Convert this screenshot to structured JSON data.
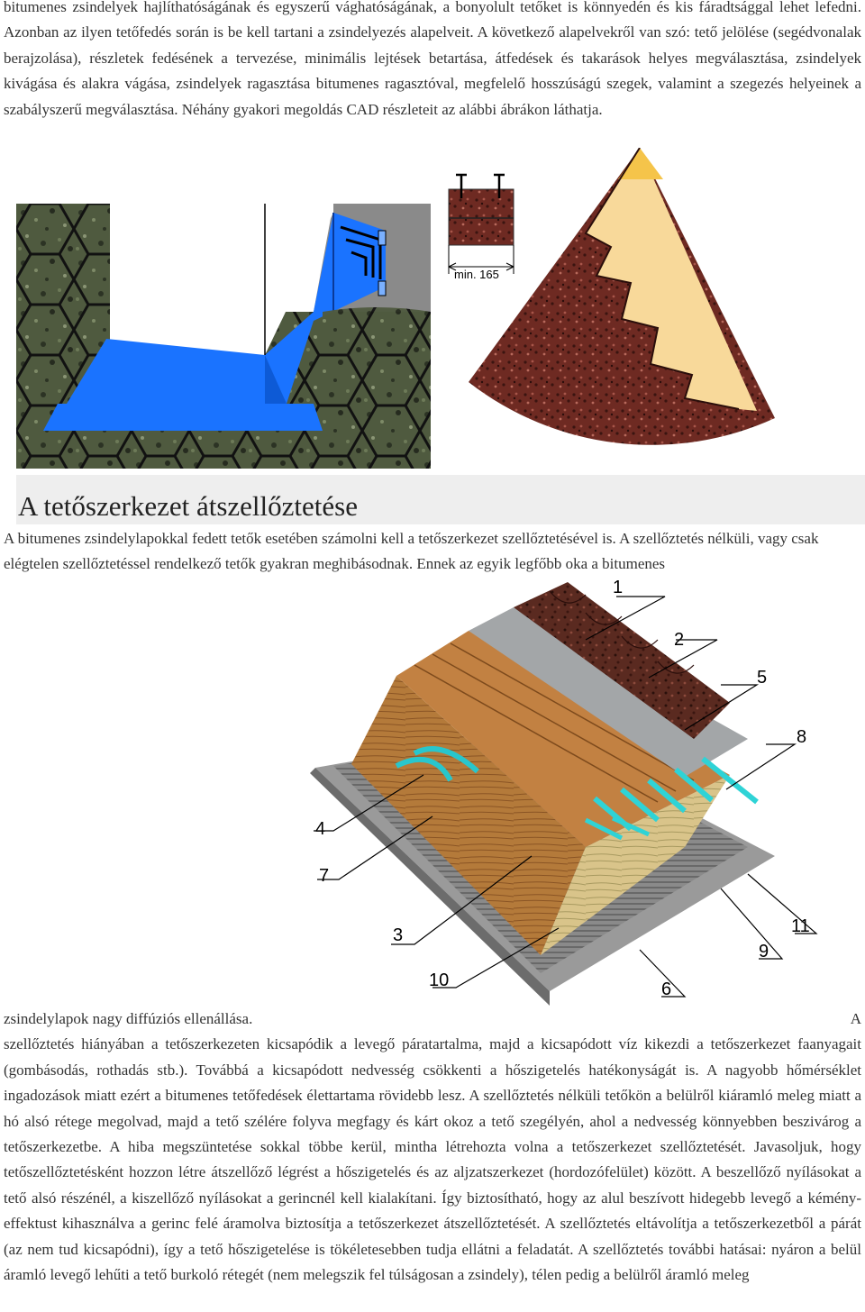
{
  "intro_text": "bitumenes zsindelyek hajlíthatóságának és egyszerű vághatóságának, a bonyolult tetőket is könnyedén és kis fáradtsággal lehet lefedni. Azonban az ilyen tetőfedés során is be kell tartani a zsindelyezés alapelveit. A következő alapelvekről van szó: tető jelölése (segédvonalak berajzolása), részletek fedésének a tervezése, minimális lejtések betartása, átfedések és takarások helyes megválasztása, zsindelyek kivágása és alakra vágása, zsindelyek ragasztása bitumenes ragasztóval, megfelelő hosszúságú szegek, valamint a szegezés helyeinek a szabályszerű megválasztása. Néhány gyakori megoldás CAD részleteit az alábbi ábrákon láthatja.",
  "figure_top": {
    "dimension_label": "min. 165"
  },
  "section_heading": "A tetőszerkezet átszellőztetése",
  "section_text": "A bitumenes zsindelylapokkal fedett tetők esetében számolni kell a tetőszerkezet szellőztetésével is. A szellőztetés nélküli, vagy csak elégtelen szellőztetéssel rendelkező tetők gyakran meghibásodnak. Ennek az egyik legfőbb oka a bitumenes",
  "roof_diagram": {
    "labels": [
      "1",
      "2",
      "5",
      "8",
      "4",
      "7",
      "3",
      "10",
      "6",
      "9",
      "11"
    ]
  },
  "continued_text": {
    "lead": "zsindelylapok nagy diffúziós ellenállása.",
    "trail": "A",
    "body": "szellőztetés hiányában a tetőszerkezeten kicsapódik a levegő páratartalma, majd a kicsapódott víz kikezdi a tetőszerkezet faanyagait (gombásodás, rothadás stb.). Továbbá a kicsapódott nedvesség csökkenti a hőszigetelés hatékonyságát is. A nagyobb hőmérséklet ingadozások miatt ezért a bitumenes tetőfedések élettartama rövidebb lesz. A szellőztetés nélküli tetőkön a belülről kiáramló meleg miatt a hó alsó rétege megolvad, majd a tető szélére folyva megfagy és kárt okoz a tető szegélyén, ahol a nedvesség könnyebben beszivárog a tetőszerkezetbe. A hiba megszüntetése sokkal többe kerül, mintha létrehozta volna a tetőszerkezet szellőztetését. Javasoljuk, hogy tetőszellőztetésként hozzon létre átszellőző légrést a hőszigetelés és az aljzatszerkezet (hordozófelület) között. A beszellőző nyílásokat a tető alsó részénél, a kiszellőző nyílásokat a gerincnél kell kialakítani. Így biztosítható, hogy az alul beszívott hidegebb levegő a kémény-effektust kihasználva a gerinc felé áramolva biztosítja a tetőszerkezet átszellőztetését. A szellőztetés eltávolítja a tetőszerkezetből a párát (az nem tud kicsapódni), így a tető hőszigetelése is tökéletesebben tudja ellátni a feladatát. A szellőztetés további hatásai: nyáron a belül áramló levegő lehűti a tető burkoló rétegét (nem melegszik fel túlságosan a zsindely), télen pedig a belülről áramló meleg"
  }
}
